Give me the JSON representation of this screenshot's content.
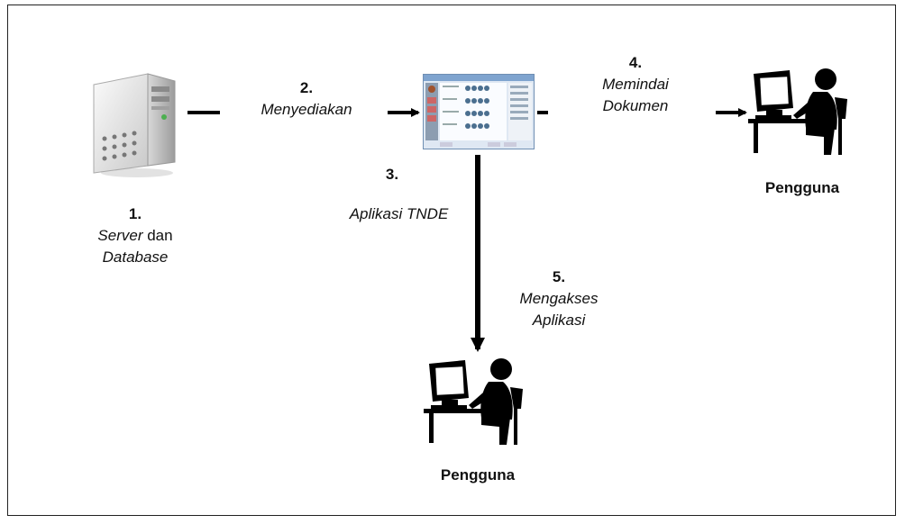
{
  "steps": {
    "s1": {
      "num": "1.",
      "line1_italic": "Server",
      "line1_rest": " dan",
      "line2": "Database"
    },
    "s2": {
      "num": "2.",
      "label": "Menyediakan"
    },
    "s3": {
      "num": "3.",
      "label": "Aplikasi TNDE"
    },
    "s4": {
      "num": "4.",
      "line1": "Memindai",
      "line2": "Dokumen"
    },
    "s5": {
      "num": "5.",
      "line1": "Mengakses",
      "line2": "Aplikasi"
    }
  },
  "users": {
    "right_label": "Pengguna",
    "bottom_label": "Pengguna"
  },
  "icons": [
    "server-icon",
    "application-window-icon",
    "user-at-computer-icon"
  ]
}
